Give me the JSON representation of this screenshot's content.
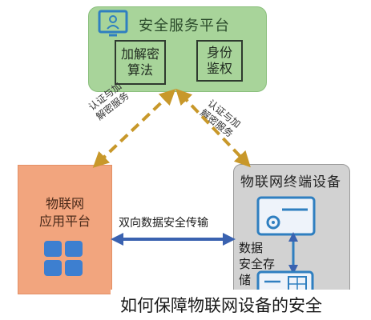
{
  "top": {
    "title": "安全服务平台",
    "box1_line1": "加解密",
    "box1_line2": "算法",
    "box2_line1": "身份",
    "box2_line2": "鉴权"
  },
  "left": {
    "line1": "物联网",
    "line2": "应用平台"
  },
  "right": {
    "title": "物联网终端设备",
    "side_line1": "数据",
    "side_line2": "安全存储"
  },
  "middle": {
    "label": "双向数据安全传输"
  },
  "arrows": {
    "left_line1": "认证与加",
    "left_line2": "解密服务",
    "right_line1": "认证与加",
    "right_line2": "解密服务"
  },
  "caption": "如何保障物联网设备的安全",
  "colors": {
    "top_panel": "#a8d49a",
    "left_panel": "#f2a57e",
    "right_panel": "#d2d2d2",
    "dashed_arrow": "#c8982a",
    "double_arrow": "#3a62b0",
    "tile_blue": "#3d7fd0"
  }
}
